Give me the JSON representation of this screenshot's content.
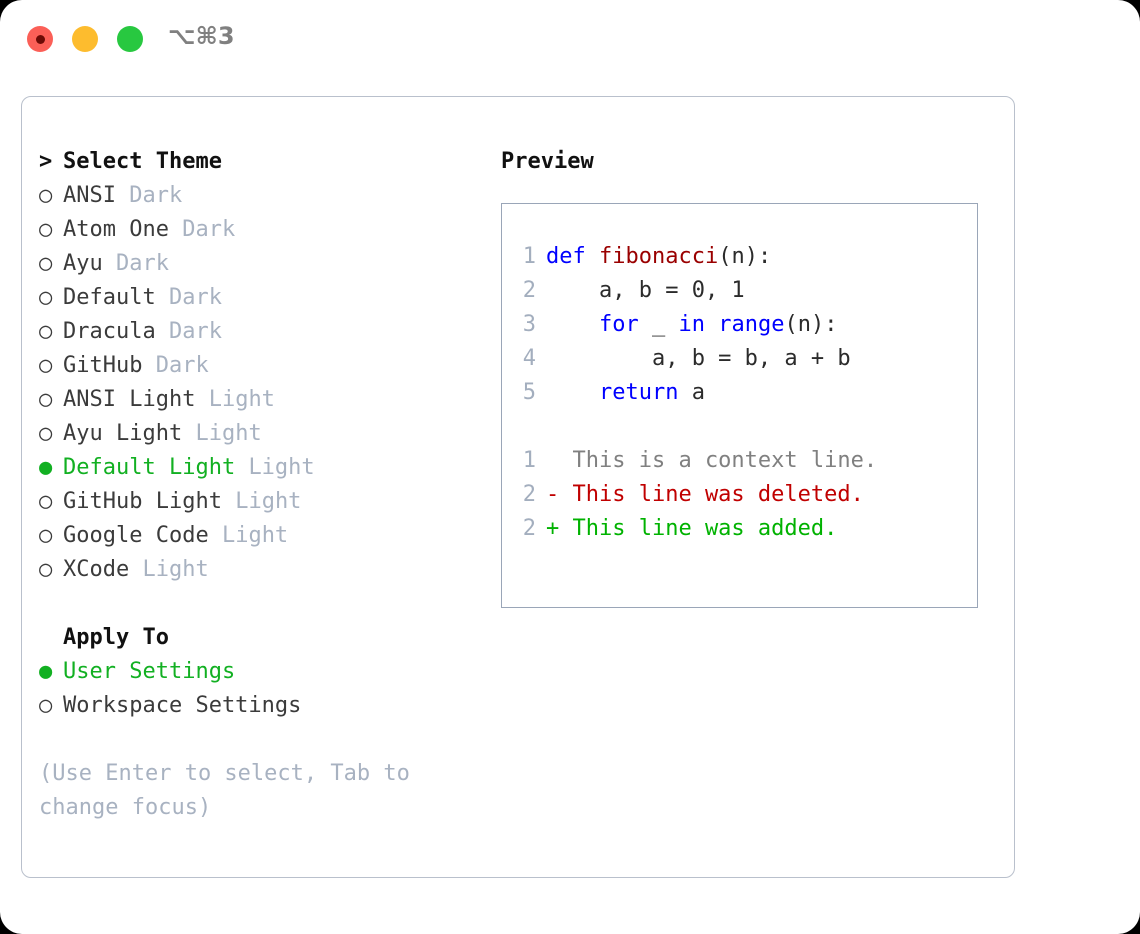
{
  "window": {
    "traffic_lights": [
      {
        "name": "close",
        "color": "#fb5f57"
      },
      {
        "name": "minimize",
        "color": "#fdbc2e"
      },
      {
        "name": "zoom",
        "color": "#28c840"
      }
    ],
    "shortcut": "⌥⌘3"
  },
  "theme_picker": {
    "header_marker": ">",
    "header": "Select Theme",
    "items": [
      {
        "marker": "○",
        "label": "ANSI",
        "badge": "Dark",
        "selected": false
      },
      {
        "marker": "○",
        "label": "Atom One",
        "badge": "Dark",
        "selected": false
      },
      {
        "marker": "○",
        "label": "Ayu",
        "badge": "Dark",
        "selected": false
      },
      {
        "marker": "○",
        "label": "Default",
        "badge": "Dark",
        "selected": false
      },
      {
        "marker": "○",
        "label": "Dracula",
        "badge": "Dark",
        "selected": false
      },
      {
        "marker": "○",
        "label": "GitHub",
        "badge": "Dark",
        "selected": false
      },
      {
        "marker": "○",
        "label": "ANSI Light",
        "badge": "Light",
        "selected": false
      },
      {
        "marker": "○",
        "label": "Ayu Light",
        "badge": "Light",
        "selected": false
      },
      {
        "marker": "●",
        "label": "Default Light",
        "badge": "Light",
        "selected": true
      },
      {
        "marker": "○",
        "label": "GitHub Light",
        "badge": "Light",
        "selected": false
      },
      {
        "marker": "○",
        "label": "Google Code",
        "badge": "Light",
        "selected": false
      },
      {
        "marker": "○",
        "label": "XCode",
        "badge": "Light",
        "selected": false
      }
    ]
  },
  "apply_to": {
    "header": "Apply To",
    "items": [
      {
        "marker": "●",
        "label": "User Settings",
        "selected": true
      },
      {
        "marker": "○",
        "label": "Workspace Settings",
        "selected": false
      }
    ]
  },
  "hint": "(Use Enter to select, Tab to change focus)",
  "preview": {
    "title": "Preview",
    "code_lines": [
      {
        "number": "1",
        "tokens": [
          {
            "text": "def ",
            "style": "kw"
          },
          {
            "text": "fibonacci",
            "style": "fn"
          },
          {
            "text": "(n):",
            "style": "plain"
          }
        ]
      },
      {
        "number": "2",
        "tokens": [
          {
            "text": "    a, b = 0, 1",
            "style": "plain"
          }
        ]
      },
      {
        "number": "3",
        "tokens": [
          {
            "text": "    ",
            "style": "plain"
          },
          {
            "text": "for",
            "style": "kw"
          },
          {
            "text": " _ ",
            "style": "plain"
          },
          {
            "text": "in",
            "style": "kw"
          },
          {
            "text": " ",
            "style": "plain"
          },
          {
            "text": "range",
            "style": "kw"
          },
          {
            "text": "(n):",
            "style": "plain"
          }
        ]
      },
      {
        "number": "4",
        "tokens": [
          {
            "text": "        a, b = b, a + b",
            "style": "plain"
          }
        ]
      },
      {
        "number": "5",
        "tokens": [
          {
            "text": "    ",
            "style": "plain"
          },
          {
            "text": "return",
            "style": "kw"
          },
          {
            "text": " a",
            "style": "plain"
          }
        ]
      }
    ],
    "diff_lines": [
      {
        "number": "1",
        "tokens": [
          {
            "text": "  This is a context line.",
            "style": "ctx"
          }
        ]
      },
      {
        "number": "2",
        "tokens": [
          {
            "text": "- This line was deleted.",
            "style": "del"
          }
        ]
      },
      {
        "number": "2",
        "tokens": [
          {
            "text": "+ This line was added.",
            "style": "add"
          }
        ]
      }
    ]
  },
  "colors": {
    "selected_green": "#12b022",
    "badge_gray": "#a8b2c1",
    "keyword_blue": "#0000ff",
    "function_red": "#9a0000",
    "diff_deleted": "#c00000",
    "diff_added": "#00b200",
    "panel_border": "#b9c0cc",
    "preview_border": "#9aa6b8"
  }
}
